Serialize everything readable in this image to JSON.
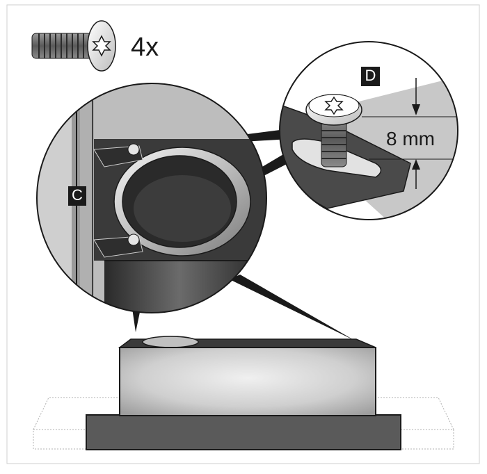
{
  "screw": {
    "count_label": "4x"
  },
  "callouts": {
    "c_label": "C",
    "d_label": "D"
  },
  "dimension": {
    "text": "8 mm"
  },
  "colors": {
    "outline": "#1a1a1a",
    "light_gray": "#d9d9d9",
    "mid_gray": "#9a9a9a",
    "dark_gray": "#3a3a3a",
    "black": "#1a1a1a"
  }
}
